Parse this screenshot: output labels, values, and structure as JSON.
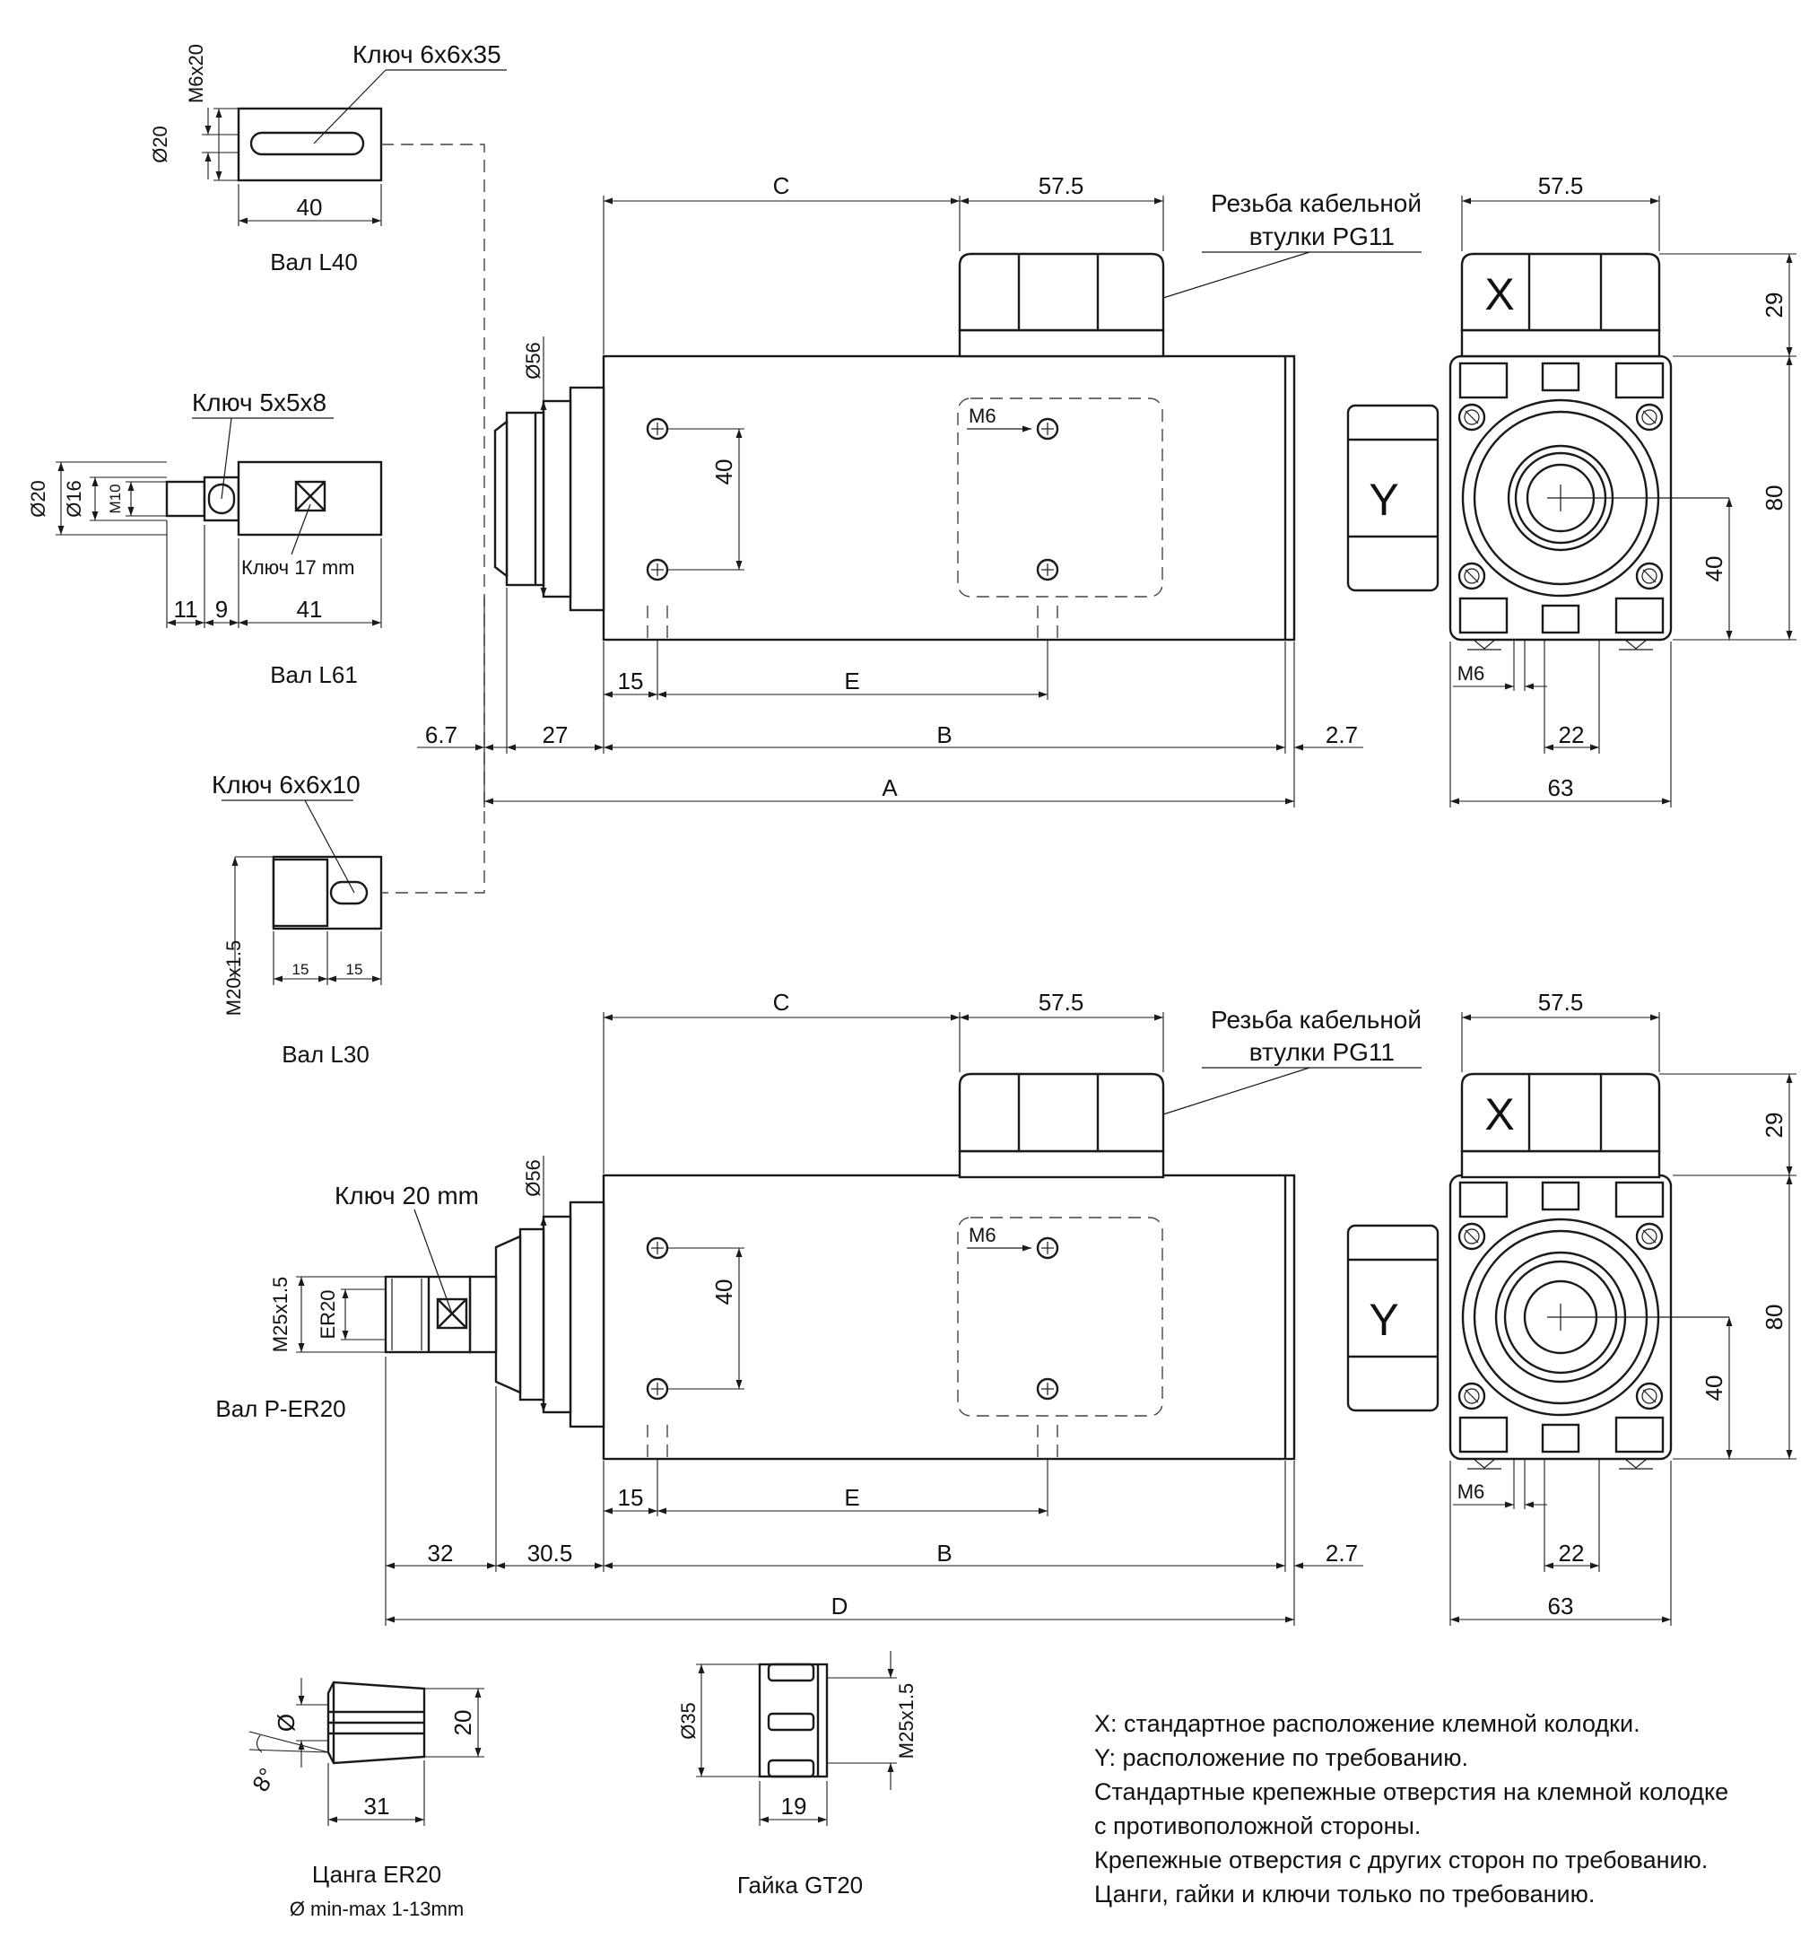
{
  "shafts": {
    "l40": {
      "key": "Ключ 6x6x35",
      "thread": "M6x20",
      "diameter": "Ø20",
      "length": "40",
      "caption": "Вал L40"
    },
    "l61": {
      "key": "Ключ 5x5x8",
      "d1": "Ø20",
      "d2": "Ø16",
      "thread": "M10",
      "wrench": "Ключ 17 mm",
      "len1": "11",
      "len2": "9",
      "len3": "41",
      "caption": "Вал L61"
    },
    "l30": {
      "key": "Ключ 6x6x10",
      "thread": "M20x1.5",
      "len1": "15",
      "len2": "15",
      "caption": "Вал L30"
    },
    "er20": {
      "wrench": "Ключ 20 mm",
      "thread": "M25x1.5",
      "collet": "ER20",
      "caption": "Вал P-ER20"
    }
  },
  "top_view": {
    "dim_c": "C",
    "dim_57_5": "57.5",
    "cable": [
      "Резьба кабельной",
      "втулки PG11"
    ],
    "d56": "Ø56",
    "d40": "40",
    "m6": "M6",
    "d15": "15",
    "dim_e": "E",
    "d6_7": "6.7",
    "d27": "27",
    "dim_b": "B",
    "d2_7": "2.7",
    "dim_a": "A"
  },
  "top_end": {
    "d57_5": "57.5",
    "x": "X",
    "y": "Y",
    "d29": "29",
    "d80": "80",
    "d40": "40",
    "m6": "M6",
    "d22": "22",
    "d63": "63"
  },
  "bottom_view": {
    "dim_c": "C",
    "dim_57_5": "57.5",
    "cable": [
      "Резьба кабельной",
      "втулки PG11"
    ],
    "d56": "Ø56",
    "d40": "40",
    "m6": "M6",
    "d15": "15",
    "dim_e": "E",
    "d32": "32",
    "d30_5": "30.5",
    "dim_b": "B",
    "d2_7": "2.7",
    "dim_d": "D"
  },
  "bottom_end": {
    "d57_5": "57.5",
    "x": "X",
    "y": "Y",
    "d29": "29",
    "d80": "80",
    "d40": "40",
    "m6": "M6",
    "d22": "22",
    "d63": "63"
  },
  "collet": {
    "diam": "Ø",
    "d20": "20",
    "angle": "8°",
    "d31": "31",
    "caption": "Цанга ER20",
    "range": "Ø min-max 1-13mm"
  },
  "nut": {
    "d35": "Ø35",
    "thread": "M25x1.5",
    "d19": "19",
    "caption": "Гайка GT20"
  },
  "notes": [
    "X: стандартное расположение клемной колодки.",
    "Y: расположение по требованию.",
    "Стандартные крепежные отверстия на клемной колодке",
    "с противоположной стороны.",
    "Крепежные отверстия с других сторон по требованию.",
    "Цанги, гайки и ключи только по требованию."
  ]
}
